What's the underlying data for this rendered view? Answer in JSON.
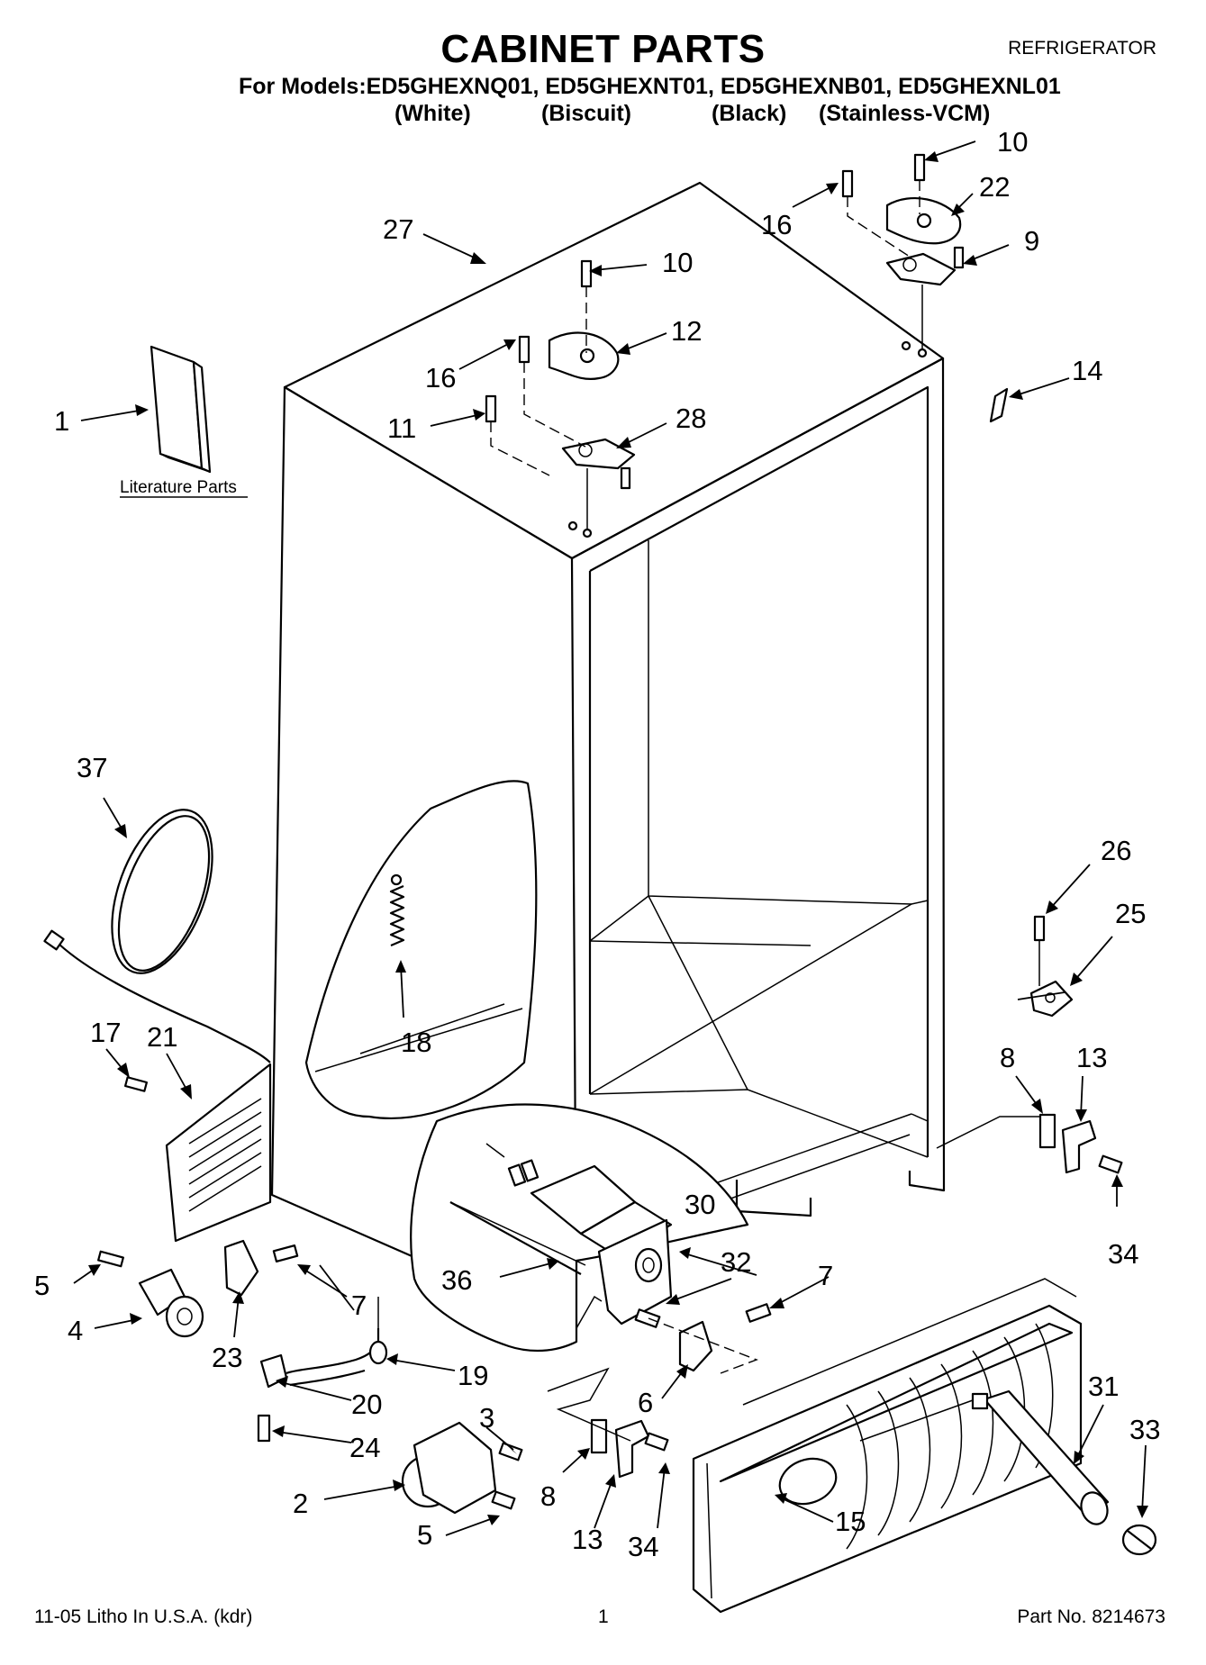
{
  "header": {
    "title": "CABINET PARTS",
    "category": "REFRIGERATOR",
    "models_line": "For Models:ED5GHEXNQ01, ED5GHEXNT01, ED5GHEXNB01, ED5GHEXNL01",
    "variants": [
      "(White)",
      "(Biscuit)",
      "(Black)",
      "(Stainless-VCM)"
    ]
  },
  "literature_label": "Literature Parts",
  "callouts": [
    "1",
    "2",
    "3",
    "4",
    "5",
    "5",
    "6",
    "7",
    "7",
    "8",
    "8",
    "9",
    "10",
    "10",
    "11",
    "12",
    "13",
    "13",
    "14",
    "15",
    "16",
    "16",
    "17",
    "18",
    "19",
    "20",
    "21",
    "22",
    "23",
    "24",
    "25",
    "26",
    "27",
    "28",
    "30",
    "31",
    "32",
    "33",
    "34",
    "34",
    "36",
    "37"
  ],
  "footer": {
    "litho": "11-05 Litho In U.S.A. (kdr)",
    "page": "1",
    "part_no": "Part No. 8214673"
  }
}
